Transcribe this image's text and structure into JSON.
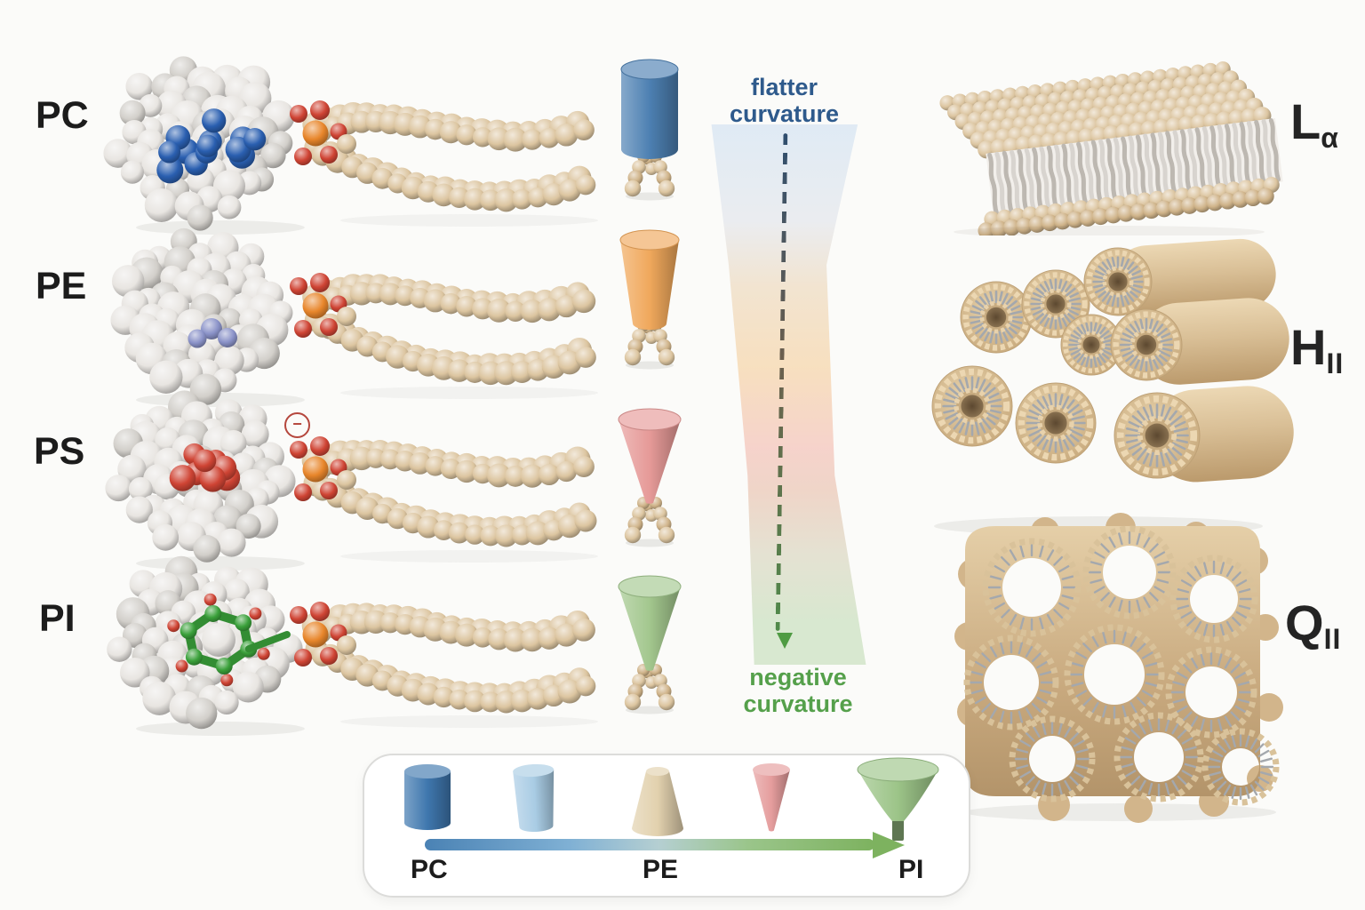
{
  "lipid_rows": [
    {
      "label": "PC",
      "accent_style": "cluster-wide",
      "accent_color": "#2a5fb0"
    },
    {
      "label": "PE",
      "accent_style": "cluster-small",
      "accent_color": "#8a92c8"
    },
    {
      "label": "PS",
      "accent_style": "cluster-mid",
      "accent_color": "#cf4434",
      "charge_badge": "−",
      "charge_color": "#b5473d"
    },
    {
      "label": "PI",
      "accent_style": "ring",
      "accent_color": "#3aa03a"
    }
  ],
  "shape_column": [
    {
      "lipid": "PC",
      "form": "cylinder",
      "color": "#4d80b2"
    },
    {
      "lipid": "PE",
      "form": "truncated-cone",
      "color": "#f0a85c"
    },
    {
      "lipid": "PS",
      "form": "cone",
      "color": "#e69a98"
    },
    {
      "lipid": "PI",
      "form": "cone",
      "color": "#a3c78e"
    }
  ],
  "curvature_axis": {
    "top_label": "flatter curvature",
    "top_color": "#2e5a8c",
    "bottom_label": "negative curvature",
    "bottom_color": "#55a04b",
    "band_colors": [
      "#dde9f4",
      "#f7ddba",
      "#f5cfc7",
      "#d5e6cc"
    ],
    "dash_colors": [
      "#2f4e6e",
      "#6b5f4e",
      "#4f8a4a"
    ],
    "arrowhead_color": "#4f9b43"
  },
  "phases": [
    {
      "symbol": "L",
      "subscript": "α"
    },
    {
      "symbol": "H",
      "subscript": "II"
    },
    {
      "symbol": "Q",
      "subscript": "II"
    }
  ],
  "legend": {
    "labels": [
      {
        "text": "PC"
      },
      {
        "text": "PE"
      },
      {
        "text": "PI"
      }
    ],
    "shapes": [
      {
        "form": "cylinder",
        "color": "#3f77ae"
      },
      {
        "form": "tapered-cylinder",
        "color": "#a9cce4"
      },
      {
        "form": "inverted-truncated-cone",
        "color": "#e2d1ae"
      },
      {
        "form": "cone",
        "color": "#e59d9d"
      },
      {
        "form": "funnel",
        "color": "#9cc488"
      }
    ],
    "arrow_start_color": "#4a82b4",
    "arrow_end_color": "#7db25f"
  }
}
